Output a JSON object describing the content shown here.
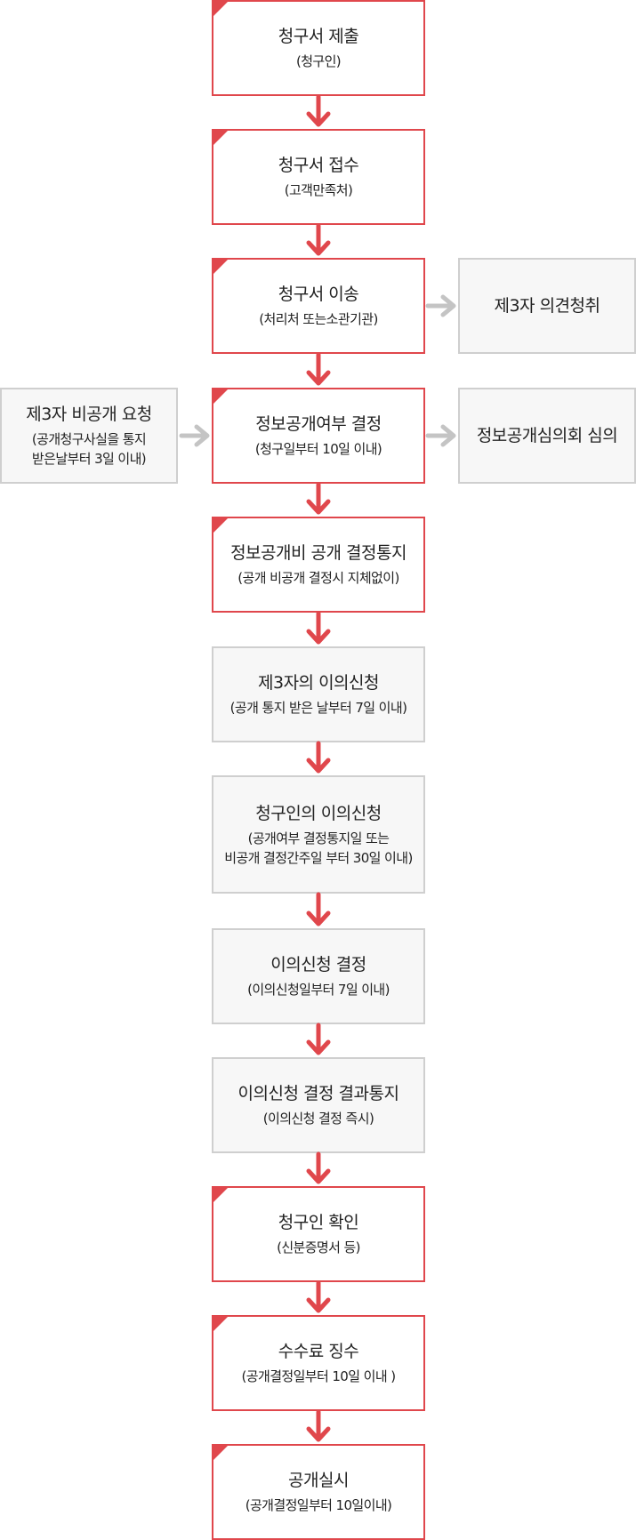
{
  "steps": [
    {
      "title": "청구서 제출",
      "sub": [
        "(청구인)"
      ]
    },
    {
      "title": "청구서 접수",
      "sub": [
        "(고객만족처)"
      ]
    },
    {
      "title": "청구서 이송",
      "sub": [
        "(처리처 또는소관기관)"
      ]
    },
    {
      "title": "정보공개여부 결정",
      "sub": [
        "(청구일부터 10일 이내)"
      ]
    },
    {
      "title": "정보공개비 공개 결정통지",
      "sub": [
        "(공개 비공개 결정시 지체없이)"
      ]
    },
    {
      "title": "제3자의 이의신청",
      "sub": [
        "(공개 통지 받은 날부터 7일 이내)"
      ]
    },
    {
      "title": "청구인의 이의신청",
      "sub": [
        "(공개여부 결정통지일 또는",
        "비공개 결정간주일 부터 30일 이내)"
      ]
    },
    {
      "title": "이의신청 결정",
      "sub": [
        "(이의신청일부터 7일 이내)"
      ]
    },
    {
      "title": "이의신청 결정 결과통지",
      "sub": [
        "(이의신청 결정 즉시)"
      ]
    },
    {
      "title": "청구인 확인",
      "sub": [
        "(신분증명서 등)"
      ]
    },
    {
      "title": "수수료 징수",
      "sub": [
        "(공개결정일부터 10일 이내 )"
      ]
    },
    {
      "title": "공개실시",
      "sub": [
        "(공개결정일부터 10일이내)"
      ]
    }
  ],
  "side": {
    "third_party_opinion": {
      "title": "제3자 의견청취"
    },
    "third_party_request": {
      "title": "제3자 비공개 요청",
      "sub": [
        "(공개청구사실을 통지",
        "받은날부터 3일 이내)"
      ]
    },
    "committee_review": {
      "title": "정보공개심의회 심의"
    }
  },
  "colors": {
    "accent": "#e0474c",
    "gray_border": "#cfcfcf",
    "gray_fill": "#f7f7f7",
    "side_arrow": "#c4c4c4"
  }
}
